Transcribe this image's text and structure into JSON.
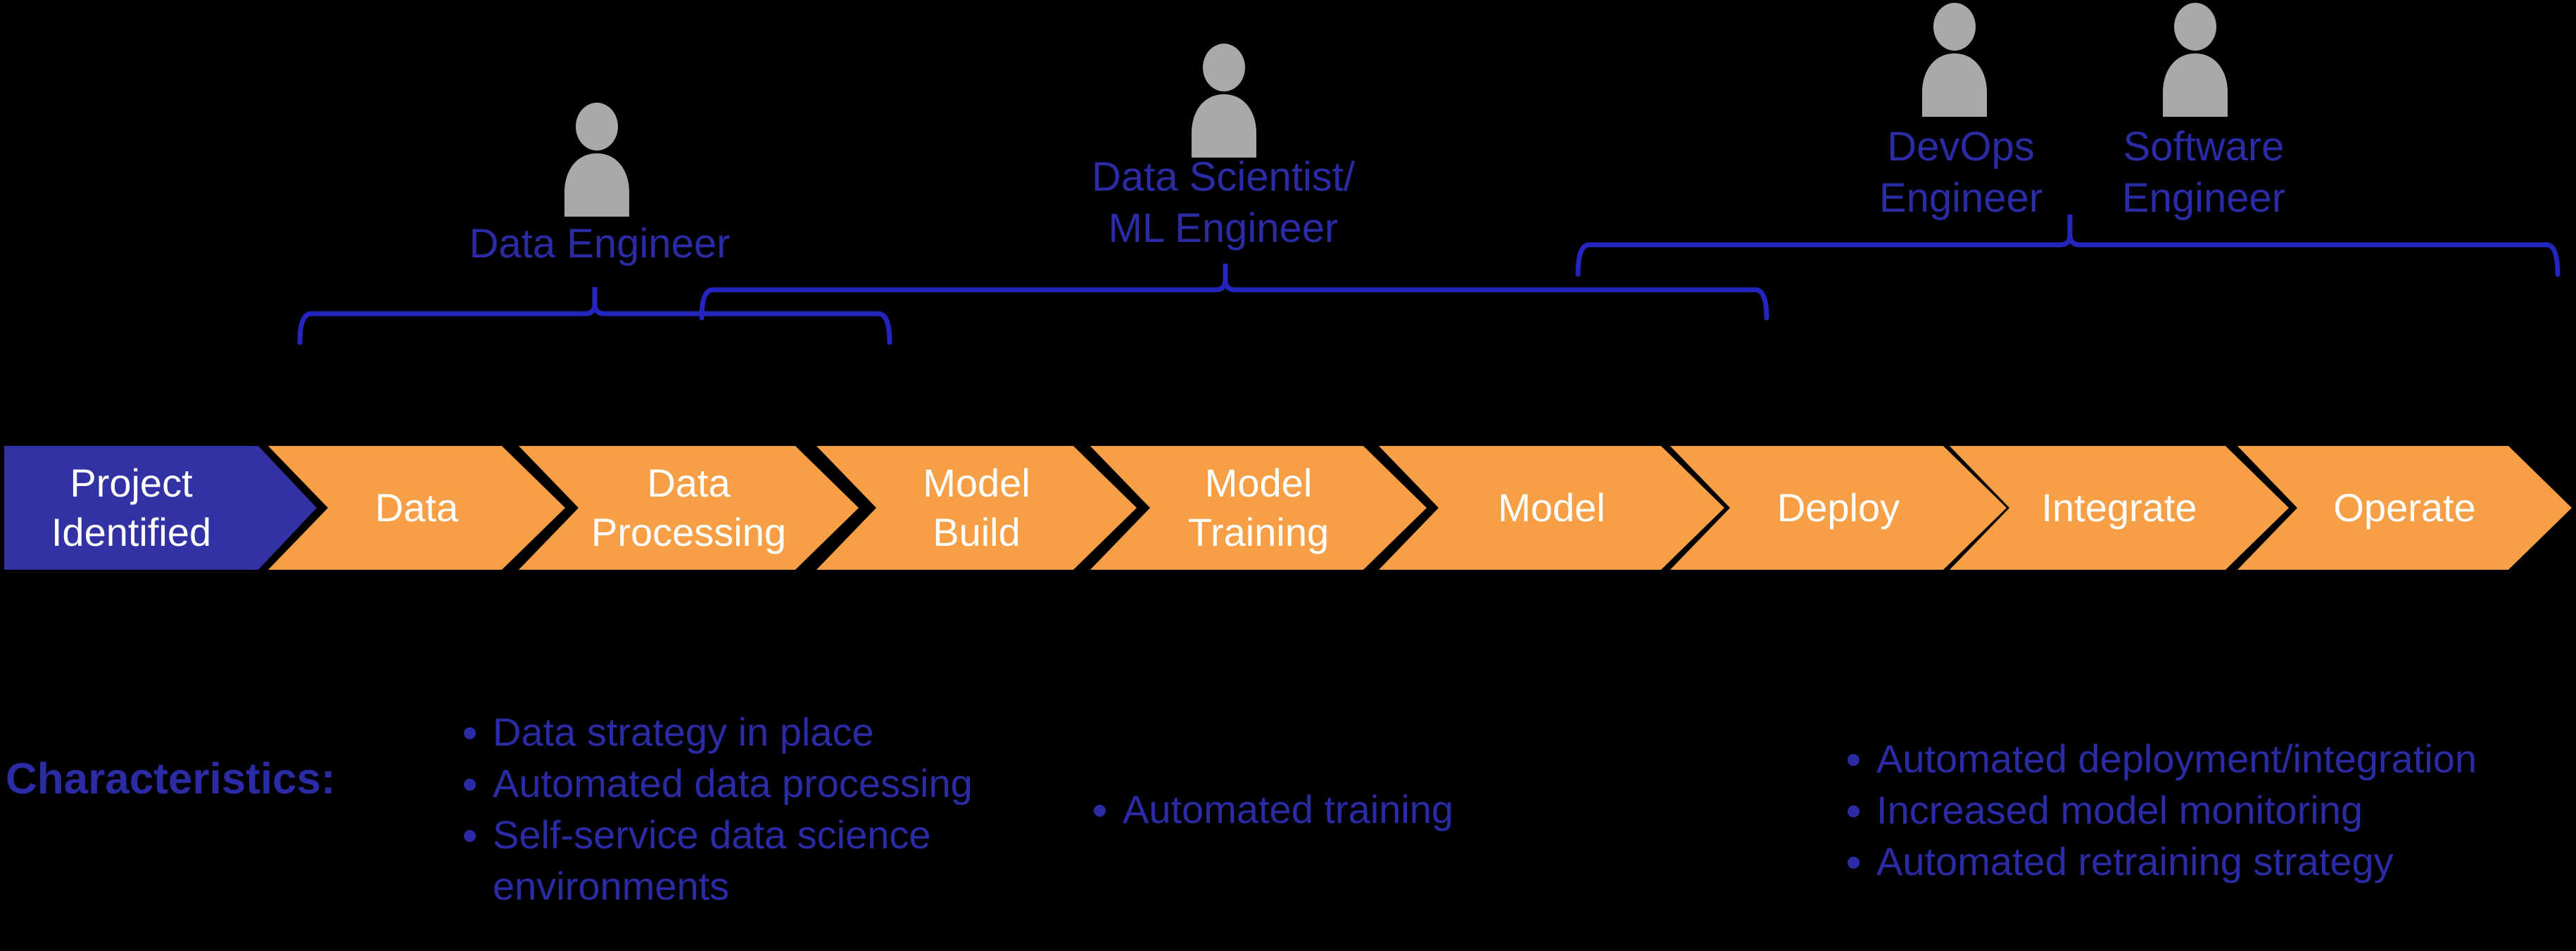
{
  "colors": {
    "background": "#000000",
    "chevron_orange": "#F69F46",
    "start_blue": "#3232A4",
    "label_blue": "#2B2BA5",
    "brace_blue": "#2424BE",
    "person_gray": "#A9A9A9",
    "step_text": "#FFFFFF"
  },
  "roles": [
    {
      "label": "Data Engineer"
    },
    {
      "label": "Data Scientist/\nML Engineer"
    },
    {
      "label": "DevOps\nEngineer"
    },
    {
      "label": "Software\nEngineer"
    }
  ],
  "process": {
    "steps": [
      {
        "label": "Project\nIdentified"
      },
      {
        "label": "Data"
      },
      {
        "label": "Data\nProcessing"
      },
      {
        "label": "Model\nBuild"
      },
      {
        "label": "Model\nTraining"
      },
      {
        "label": "Model"
      },
      {
        "label": "Deploy"
      },
      {
        "label": "Integrate"
      },
      {
        "label": "Operate"
      }
    ]
  },
  "characteristics": {
    "heading": "Characteristics:",
    "groups": [
      {
        "items": [
          "Data strategy in place",
          "Automated data processing",
          "Self-service data science environments"
        ]
      },
      {
        "items": [
          "Automated training"
        ]
      },
      {
        "items": [
          "Automated deployment/integration",
          "Increased model monitoring",
          "Automated retraining strategy"
        ]
      }
    ]
  }
}
